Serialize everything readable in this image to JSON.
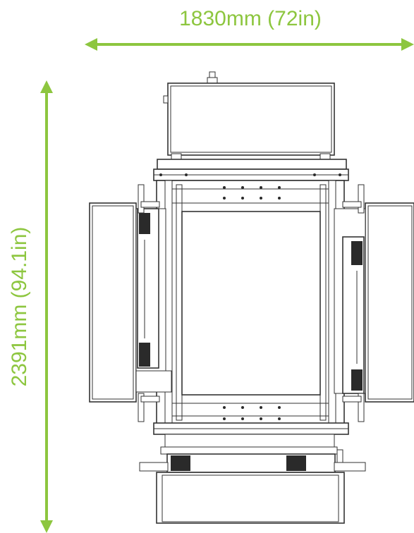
{
  "dimensions": {
    "width_label": "1830mm (72in)",
    "height_label": "2391mm (94.1in)"
  },
  "colors": {
    "dimension": "#8dc63f",
    "drawing": "#333333"
  },
  "icons": {
    "width_arrow": "double-arrow-horizontal",
    "height_arrow": "double-arrow-vertical"
  }
}
